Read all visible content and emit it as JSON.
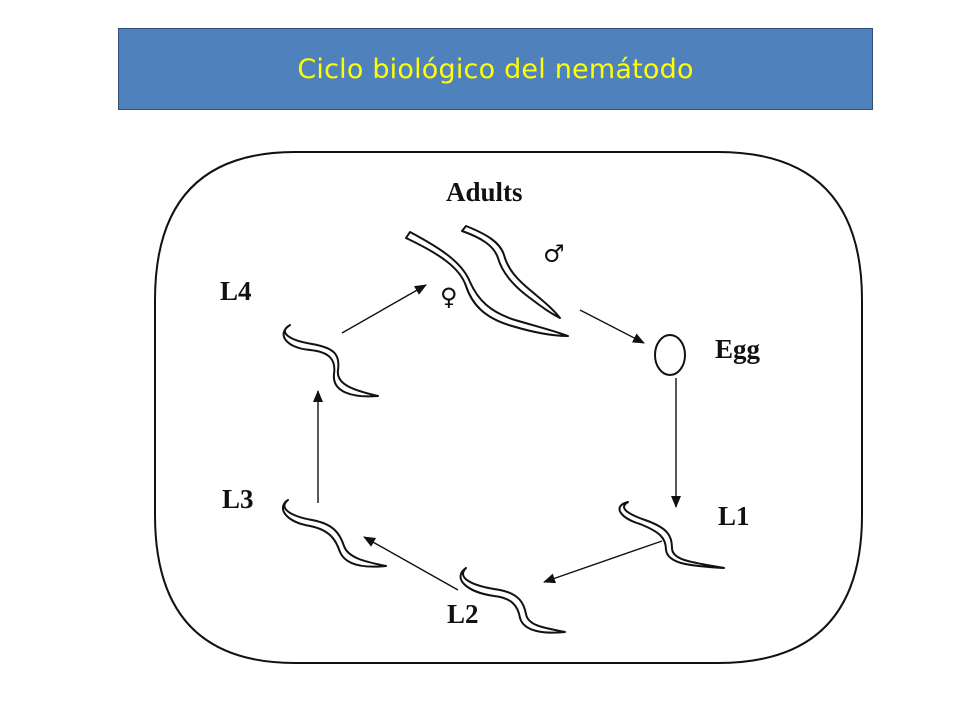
{
  "title": "Ciclo biológico del  nemátodo",
  "diagram": {
    "labels": {
      "adults": "Adults",
      "male": "♂",
      "female": "♀",
      "egg": "Egg",
      "l1": "L1",
      "l2": "L2",
      "l3": "L3",
      "l4": "L4"
    }
  },
  "colors": {
    "title_background": "#4f81bd",
    "title_text": "#ffff00"
  }
}
